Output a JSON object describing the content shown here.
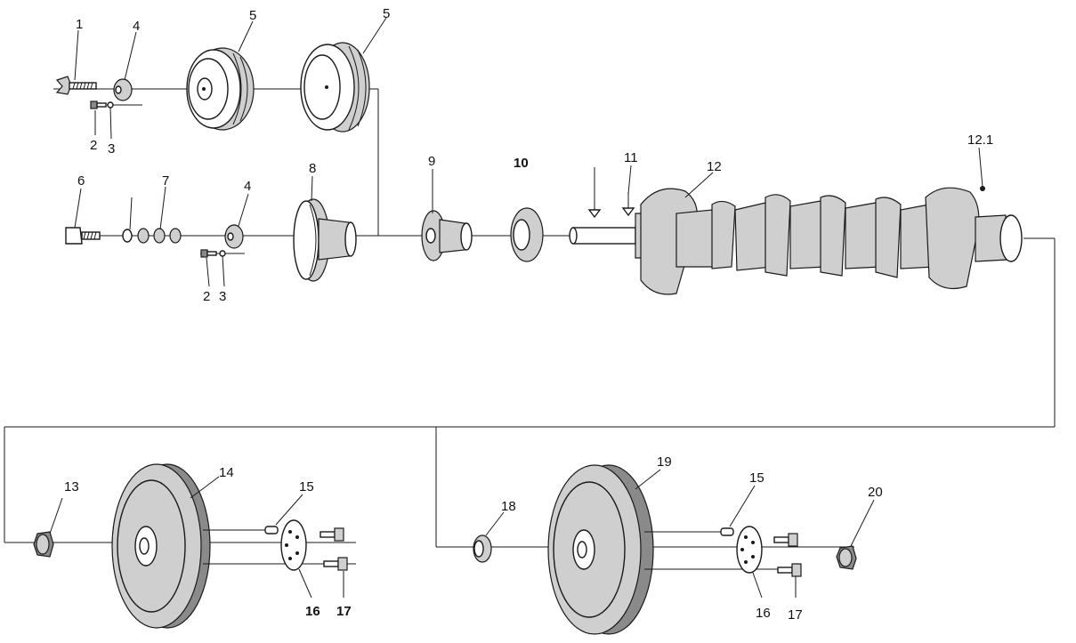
{
  "labels": {
    "l1": "1",
    "l2a": "2",
    "l3a": "3",
    "l4a": "4",
    "l5a": "5",
    "l5b": "5",
    "l6": "6",
    "l7": "7",
    "l4b": "4",
    "l2b": "2",
    "l3b": "3",
    "l8": "8",
    "l9": "9",
    "l10": "10",
    "l11": "11",
    "l12": "12",
    "l121": "12.1",
    "l13": "13",
    "l14": "14",
    "l15a": "15",
    "l16a": "16",
    "l17a": "17",
    "l18": "18",
    "l19": "19",
    "l15b": "15",
    "l16b": "16",
    "l17b": "17",
    "l20": "20"
  },
  "icons": [
    "bolt-icon",
    "washer-icon",
    "pulley-icon",
    "hub-icon",
    "seal-icon",
    "crankshaft-icon",
    "key-icon",
    "bushing-icon",
    "flywheel-icon",
    "dowel-pin-icon",
    "plate-icon",
    "nut-icon"
  ]
}
